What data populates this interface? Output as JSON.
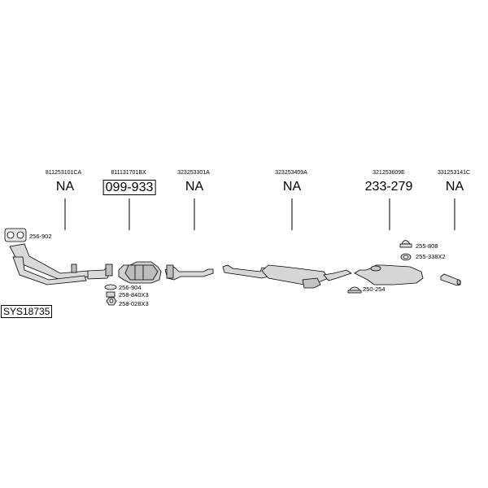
{
  "system_code": "SYS18735",
  "columns": [
    {
      "oem": "811253101CA",
      "part": "NA",
      "boxed": false
    },
    {
      "oem": "811131701BX",
      "part": "099-933",
      "boxed": true
    },
    {
      "oem": "323253301A",
      "part": "NA",
      "boxed": false
    },
    {
      "oem": "323253409A",
      "part": "NA",
      "boxed": false
    },
    {
      "oem": "321253609E",
      "part": "233-279",
      "boxed": false
    },
    {
      "oem": "331253141C",
      "part": "NA",
      "boxed": false
    }
  ],
  "accessories": {
    "gasket_front": "256-902",
    "cat_gasket": "256-904",
    "cat_bolt": "258-840X3",
    "cat_nut": "258-028X3",
    "clamp_mid": "250-254",
    "rear_hanger": "255-808",
    "rear_ring": "255-338X2"
  }
}
